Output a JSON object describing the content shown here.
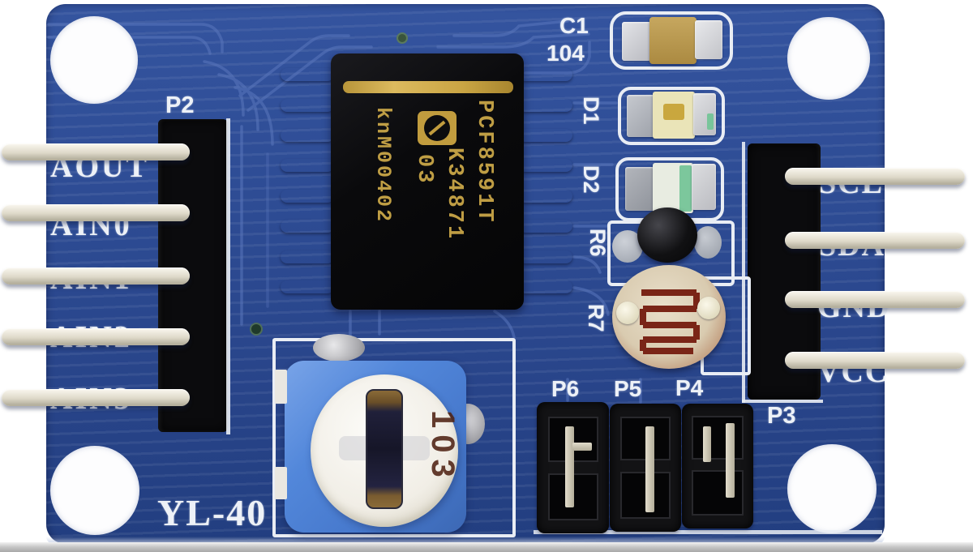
{
  "module": {
    "model": "YL-40"
  },
  "ic": {
    "brand_logo": "philips-emblem",
    "marking": {
      "line1": "PCF8591T",
      "line2": "K34871",
      "line3": "03",
      "line4": "knM00402"
    }
  },
  "left_header": {
    "label": "P2",
    "pins": [
      "AOUT",
      "AIN0",
      "AIN1",
      "AIN2",
      "AIN3"
    ]
  },
  "right_header": {
    "label": "P3",
    "pins": [
      "SCL",
      "SDA",
      "GND",
      "VCC"
    ]
  },
  "jumpers": {
    "labels": [
      "P6",
      "P5",
      "P4"
    ]
  },
  "components": {
    "capacitor_ref": "C1",
    "capacitor_value": "104",
    "led1_ref": "D1",
    "led2_ref": "D2",
    "thermistor_ref": "R6",
    "ldr_ref": "R7",
    "pot_value": "103"
  },
  "colors": {
    "pcb_blue": "#2c4a92",
    "silkscreen_white": "#edf1f7",
    "chip_marking_gold": "#c9a648",
    "pot_body_blue": "#4a7ed2",
    "header_black": "#0b0b0d",
    "pin_bone": "#e6e2d4"
  }
}
